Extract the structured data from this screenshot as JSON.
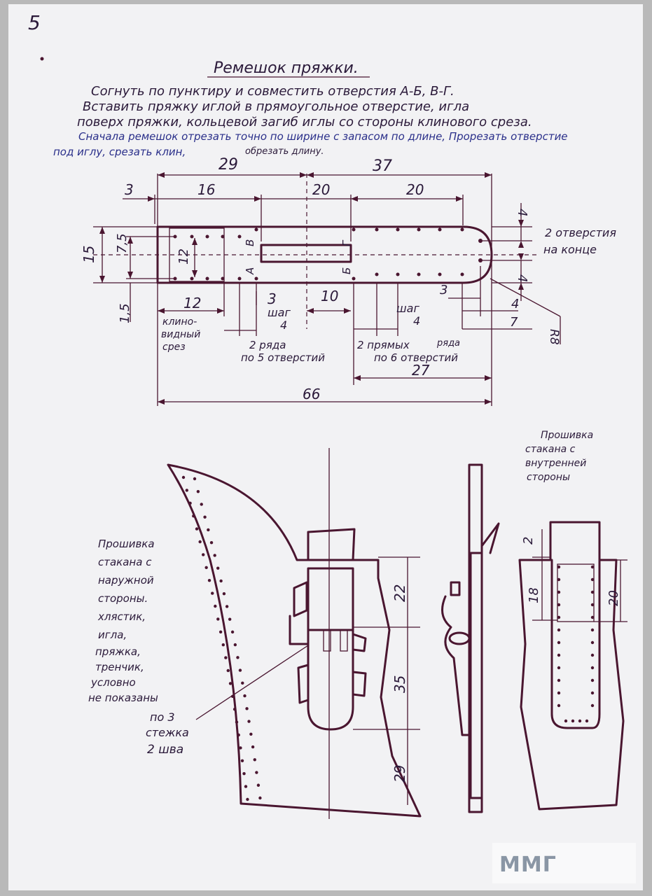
{
  "page": {
    "number": "5"
  },
  "title": "Ремешок пряжки.",
  "instructions": {
    "line1": "Согнуть по пунктиру и совместить отверстия А-Б, В-Г.",
    "line2": "Вставить пряжку иглой в прямоугольное отверстие, игла",
    "line3": "поверх пряжки, кольцевой загиб иглы со стороны клинового среза.",
    "line4": "Сначала ремешок отрезать точно по ширине с запасом по длине, Прорезать отверстие",
    "line5a": "под иглу, срезать клин,",
    "line5b": "обрезать длину."
  },
  "strap_dims": {
    "d29": "29",
    "d37": "37",
    "d3": "3",
    "d16": "16",
    "d20a": "20",
    "d20b": "20",
    "d15": "15",
    "d75": "7,5",
    "d12v": "12",
    "d15b": "1,5",
    "d12h": "12",
    "d3b": "3",
    "d10": "10",
    "d4a": "4",
    "d4b": "4",
    "d3c": "3",
    "d4c": "4",
    "d7": "7",
    "d27": "27",
    "d66": "66",
    "r8": "R8",
    "A": "А",
    "B": "Б",
    "V": "В",
    "G": "Г"
  },
  "strap_notes": {
    "holes_end_1": "2 отверстия",
    "holes_end_2": "на конце",
    "wedge_1": "клино-",
    "wedge_2": "видный",
    "wedge_3": "срез",
    "step_a1": "шаг",
    "step_a2": "4",
    "step_b1": "шаг",
    "step_b2": "4",
    "rows5_1": "2 ряда",
    "rows5_2": "по 5 отверстий",
    "rows6_1": "2 прямых",
    "rows6_1b": "ряда",
    "rows6_2": "по 6 отверстий"
  },
  "left_view": {
    "label": [
      "Прошивка",
      "стакана с",
      "наружной",
      "стороны.",
      "хлястик,",
      "игла,",
      "пряжка,",
      "тренчик,",
      "условно",
      "не показаны"
    ],
    "stitch": [
      "по 3",
      "стежка",
      "2 шва"
    ],
    "d22": "22",
    "d35": "35",
    "d29": "29"
  },
  "right_view": {
    "label": [
      "Прошивка",
      "стакана с",
      "внутренней",
      "стороны"
    ],
    "d2": "2",
    "d18": "18",
    "d20": "20"
  },
  "watermark": {
    "text": "ММГ"
  }
}
